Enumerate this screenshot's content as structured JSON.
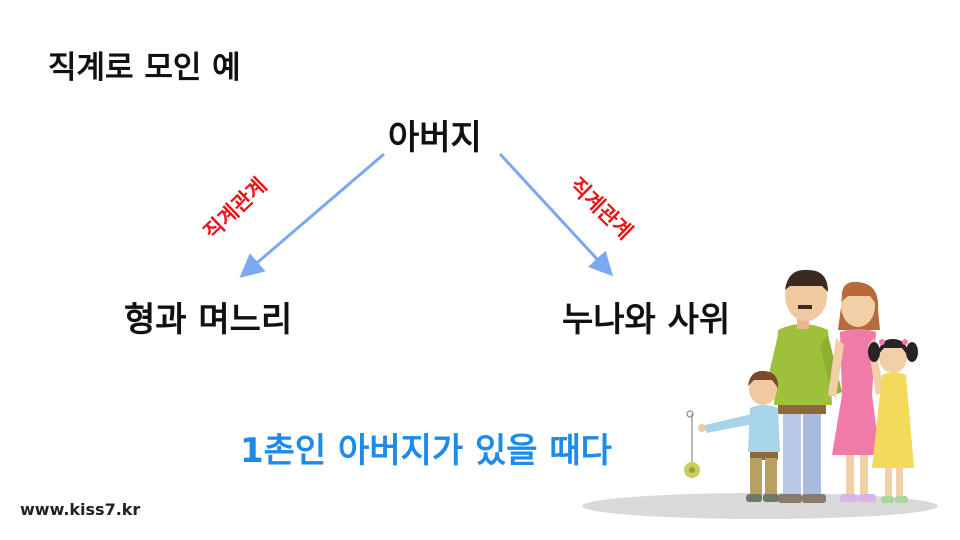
{
  "title": "직계로 모인 예",
  "diagram": {
    "root": "아버지",
    "left_child": "형과 며느리",
    "right_child": "누나와 사위",
    "left_edge_label": "직계관계",
    "right_edge_label": "직계관계"
  },
  "caption": "1촌인 아버지가 있을 때다",
  "footer": "www.kiss7.kr",
  "colors": {
    "arrow": "#7aa9f0",
    "edge_label": "#e8151b",
    "caption": "#1e8bea",
    "text": "#111111"
  },
  "illustration": {
    "icon": "family-illustration-icon"
  }
}
